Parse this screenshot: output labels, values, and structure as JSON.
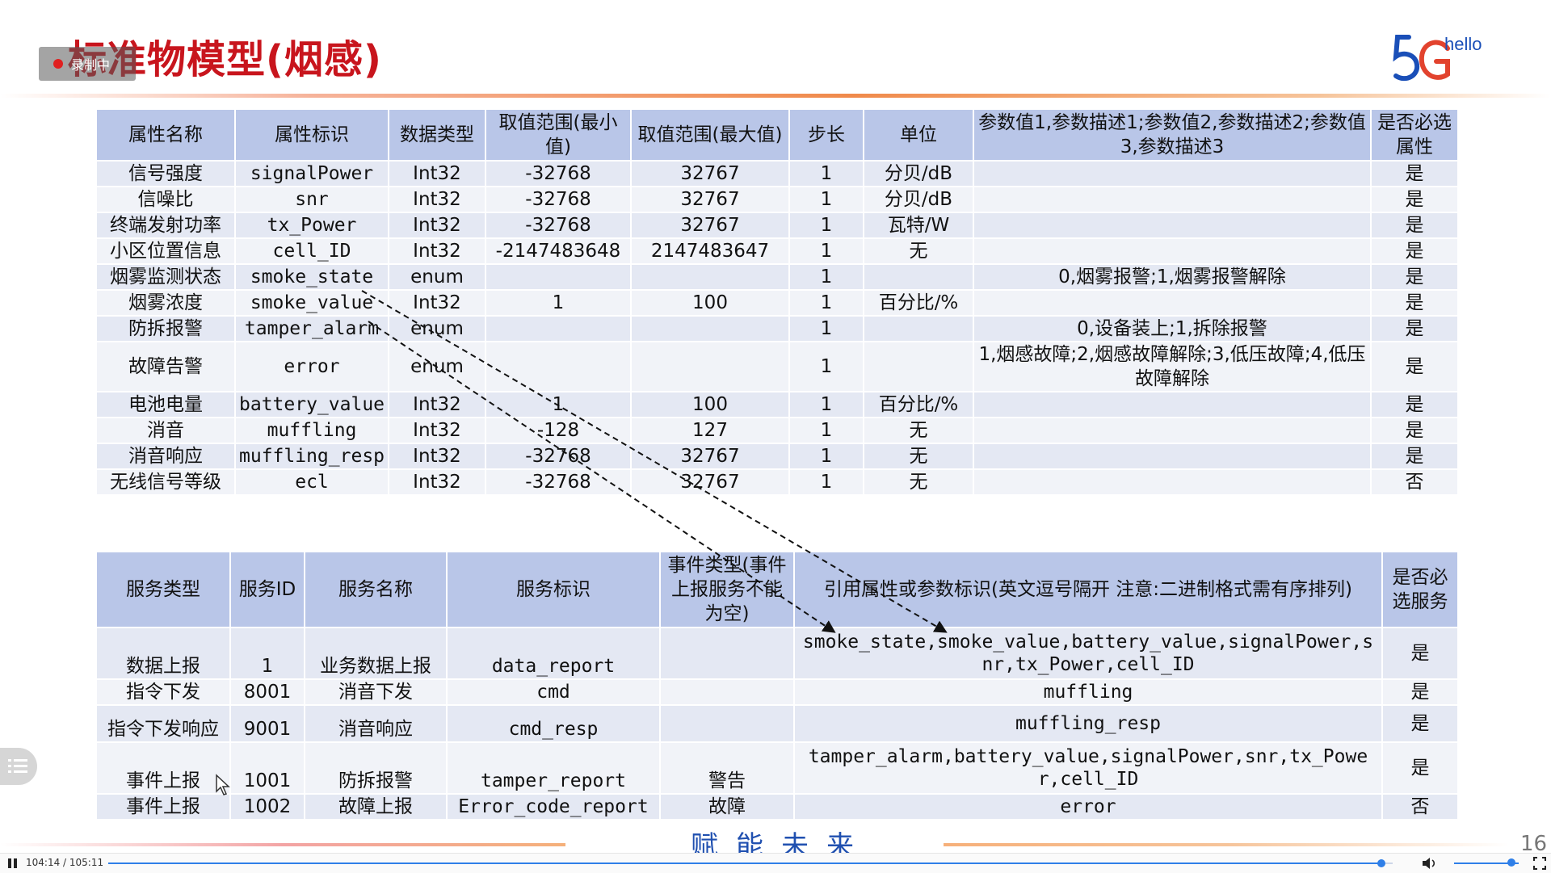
{
  "slide": {
    "title": "标准物模型(烟感)",
    "recording_label": "录制中",
    "logo_text": "hello",
    "footer_text": "赋能未来",
    "page_number": "16"
  },
  "attr_table": {
    "headers": [
      "属性名称",
      "属性标识",
      "数据类型",
      "取值范围(最小值)",
      "取值范围(最大值)",
      "步长",
      "单位",
      "参数值1,参数描述1;参数值2,参数描述2;参数值3,参数描述3",
      "是否必选属性"
    ],
    "rows": [
      [
        "信号强度",
        "signalPower",
        "Int32",
        "-32768",
        "32767",
        "1",
        "分贝/dB",
        "",
        "是"
      ],
      [
        "信噪比",
        "snr",
        "Int32",
        "-32768",
        "32767",
        "1",
        "分贝/dB",
        "",
        "是"
      ],
      [
        "终端发射功率",
        "tx_Power",
        "Int32",
        "-32768",
        "32767",
        "1",
        "瓦特/W",
        "",
        "是"
      ],
      [
        "小区位置信息",
        "cell_ID",
        "Int32",
        "-2147483648",
        "2147483647",
        "1",
        "无",
        "",
        "是"
      ],
      [
        "烟雾监测状态",
        "smoke_state",
        "enum",
        "",
        "",
        "1",
        "",
        "0,烟雾报警;1,烟雾报警解除",
        "是"
      ],
      [
        "烟雾浓度",
        "smoke_value",
        "Int32",
        "1",
        "100",
        "1",
        "百分比/%",
        "",
        "是"
      ],
      [
        "防拆报警",
        "tamper_alarm",
        "enum",
        "",
        "",
        "1",
        "",
        "0,设备装上;1,拆除报警",
        "是"
      ],
      [
        "故障告警",
        "error",
        "enum",
        "",
        "",
        "1",
        "",
        "1,烟感故障;2,烟感故障解除;3,低压故障;4,低压故障解除",
        "是"
      ],
      [
        "电池电量",
        "battery_value",
        "Int32",
        "1",
        "100",
        "1",
        "百分比/%",
        "",
        "是"
      ],
      [
        "消音",
        "muffling",
        "Int32",
        "-128",
        "127",
        "1",
        "无",
        "",
        "是"
      ],
      [
        "消音响应",
        "muffling_resp",
        "Int32",
        "-32768",
        "32767",
        "1",
        "无",
        "",
        "是"
      ],
      [
        "无线信号等级",
        "ecl",
        "Int32",
        "-32768",
        "32767",
        "1",
        "无",
        "",
        "否"
      ]
    ]
  },
  "svc_table": {
    "headers": [
      "服务类型",
      "服务ID",
      "服务名称",
      "服务标识",
      "事件类型(事件上报服务不能为空)",
      "引用属性或参数标识(英文逗号隔开 注意:二进制格式需有序排列)",
      "是否必选服务"
    ],
    "rows": [
      [
        "数据上报",
        "1",
        "业务数据上报",
        "data_report",
        "",
        "smoke_state,smoke_value,battery_value,signalPower,snr,tx_Power,cell_ID",
        "是"
      ],
      [
        "指令下发",
        "8001",
        "消音下发",
        "cmd",
        "",
        "muffling",
        "是"
      ],
      [
        "指令下发响应",
        "9001",
        "消音响应",
        "cmd_resp",
        "",
        "muffling_resp",
        "是"
      ],
      [
        "事件上报",
        "1001",
        "防拆报警",
        "tamper_report",
        "警告",
        "tamper_alarm,battery_value,signalPower,snr,tx_Power,cell_ID",
        "是"
      ],
      [
        "事件上报",
        "1002",
        "故障上报",
        "Error_code_report",
        "故障",
        "error",
        "否"
      ]
    ]
  },
  "player": {
    "time": "104:14 / 105:11",
    "progress_fraction": 0.991
  },
  "colors": {
    "title": "#c8151d",
    "table_header": "#b9c6e8",
    "row_odd": "#e4e8f3",
    "row_even": "#f1f3f8",
    "accent": "#2f7fe8"
  },
  "icons": [
    "record-dot-icon",
    "pause-icon",
    "volume-icon",
    "fullscreen-icon",
    "table-of-contents-icon",
    "cursor-icon"
  ]
}
